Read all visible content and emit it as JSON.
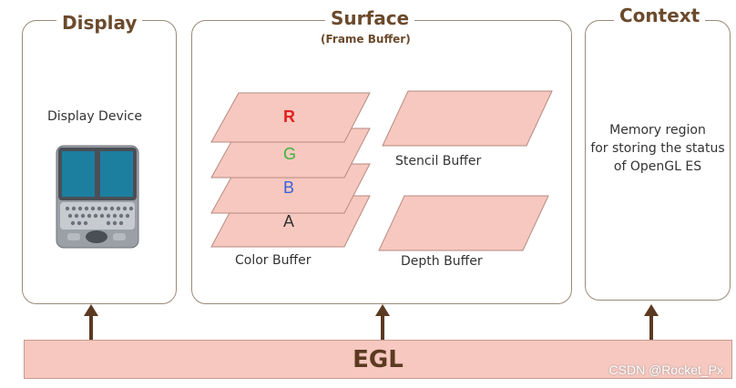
{
  "display": {
    "title": "Display",
    "device_label": "Display Device"
  },
  "surface": {
    "title": "Surface",
    "subtitle": "(Frame Buffer)",
    "layers": [
      {
        "letter": "R",
        "color": "#e02020"
      },
      {
        "letter": "G",
        "color": "#3cb43c"
      },
      {
        "letter": "B",
        "color": "#3a5fe0"
      },
      {
        "letter": "A",
        "color": "#333333"
      }
    ],
    "color_buffer_label": "Color Buffer",
    "stencil_buffer_label": "Stencil Buffer",
    "depth_buffer_label": "Depth Buffer"
  },
  "context": {
    "title": "Context",
    "lines": [
      "Memory region",
      "for storing the status",
      "of OpenGL ES"
    ]
  },
  "egl": {
    "label": "EGL"
  },
  "watermark": "CSDN @Rocket_Px",
  "colors": {
    "buffer_fill": "#f7c8bf",
    "buffer_stroke": "#b58a80",
    "arrow": "#5b3a22",
    "panel_border": "#9a8a78",
    "title_text": "#6b4a2c"
  }
}
